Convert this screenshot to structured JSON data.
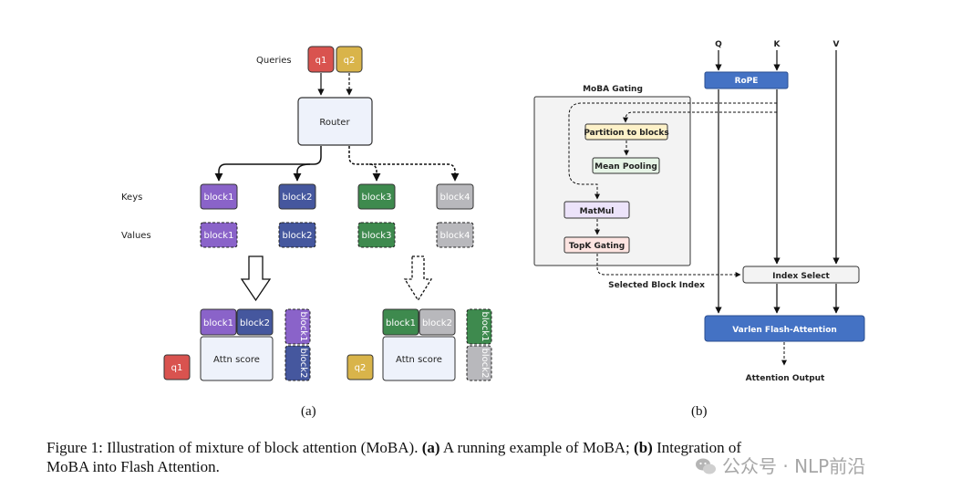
{
  "panel_a": {
    "queries_label": "Queries",
    "keys_label": "Keys",
    "values_label": "Values",
    "q1": "q1",
    "q2": "q2",
    "router": "Router",
    "block1": "block1",
    "block2": "block2",
    "block3": "block3",
    "block4": "block4",
    "attn_score": "Attn score",
    "sublabel": "(a)"
  },
  "panel_b": {
    "q": "Q",
    "k": "K",
    "v": "V",
    "rope": "RoPE",
    "gating_title": "MoBA Gating",
    "partition": "Partition to blocks",
    "mean_pooling": "Mean Pooling",
    "matmul": "MatMul",
    "topk": "TopK Gating",
    "selected_index": "Selected Block Index",
    "index_select": "Index Select",
    "flash_attention": "Varlen Flash-Attention",
    "output": "Attention Output",
    "sublabel": "(b)"
  },
  "caption": {
    "prefix": "Figure 1: Illustration of mixture of block attention (MoBA).",
    "a_tag": "(a)",
    "a_text": "A running example of MoBA;",
    "b_tag": "(b)",
    "b_text": "Integration of",
    "line2": "MoBA into Flash Attention."
  },
  "watermark": "公众号 · NLP前沿",
  "colors": {
    "q1": "#d9534f",
    "q2": "#d9b44a",
    "block1": "#8a63c9",
    "block2": "#45579e",
    "block3": "#3e8a4e",
    "block4": "#b8b8bc",
    "router_fill": "#eef2fb",
    "rope_fill": "#4472c4",
    "partition_fill": "#fdf1c8",
    "mean_fill": "#e6f4e6",
    "matmul_fill": "#ece3fa",
    "topk_fill": "#fde4e1"
  }
}
